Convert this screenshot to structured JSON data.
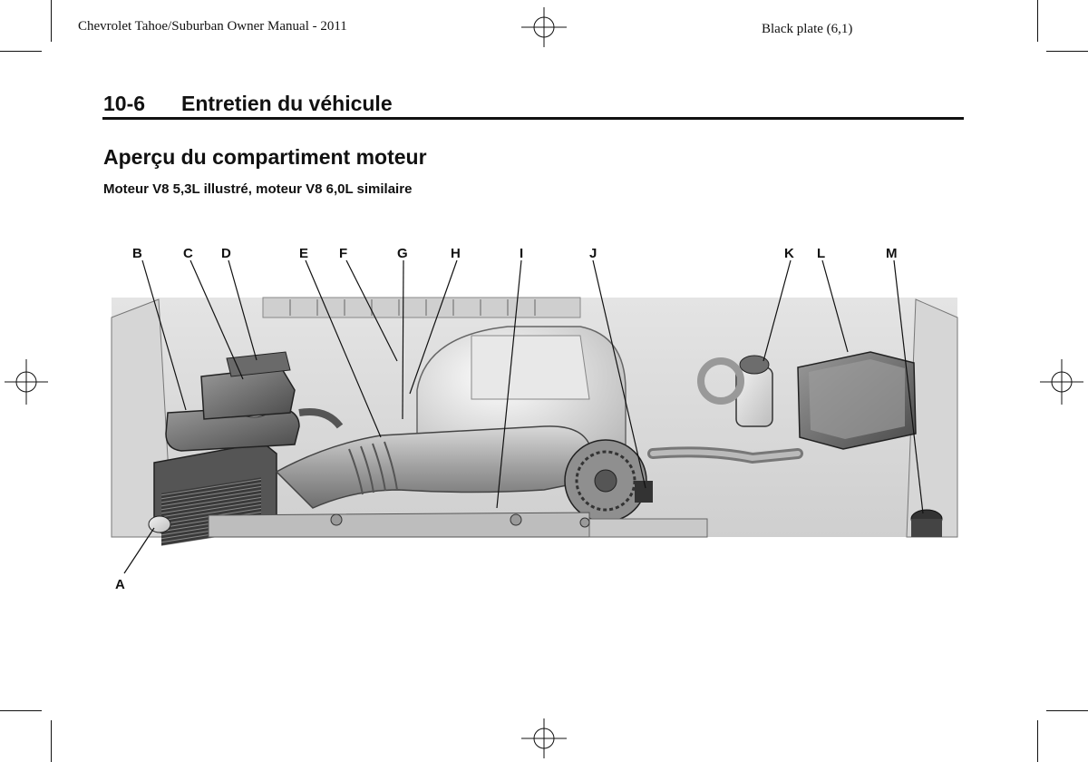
{
  "header": {
    "manual_title": "Chevrolet Tahoe/Suburban Owner Manual - 2011",
    "plate": "Black plate (6,1)"
  },
  "section": {
    "number": "10-6",
    "title": "Entretien du véhicule"
  },
  "page": {
    "heading": "Aperçu du compartiment moteur",
    "caption": "Moteur V8 5,3L illustré, moteur V8 6,0L similaire"
  },
  "figure": {
    "callouts": [
      "A",
      "B",
      "C",
      "D",
      "E",
      "F",
      "G",
      "H",
      "I",
      "J",
      "K",
      "L",
      "M"
    ]
  }
}
